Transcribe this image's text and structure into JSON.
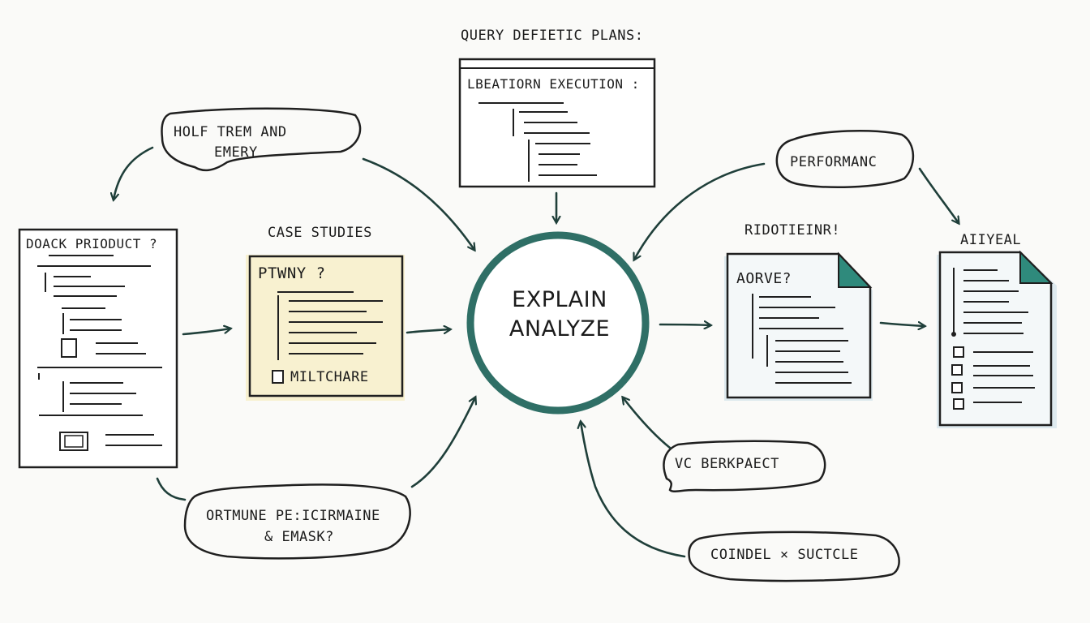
{
  "colors": {
    "ink": "#1f1f1f",
    "teal": "#2f6f66",
    "yellow_fill": "#f8f1d0",
    "blue_fill": "#dde9ee"
  },
  "center": {
    "line1": "EXPLAIN",
    "line2": "ANALYZE"
  },
  "top_doc": {
    "title": "QUERY DEFIETIC PLANS:",
    "heading": "LBEATIORN EXECUTION :"
  },
  "left_doc": {
    "heading": "DOACK PRIODUCT ?"
  },
  "case_studies": {
    "title": "CASE STUDIES",
    "heading": "PTWNY ?",
    "footer": "MILTCHARE"
  },
  "bubbles": {
    "holf": [
      "HOLF TREM AND",
      "EMERY"
    ],
    "performance": "PERFORMANC",
    "ortmune": [
      "ORTMUNE PE:ICIRMAINE",
      "& EMASK?"
    ],
    "vc": "VC BERKPAECT",
    "coindel": "COINDEL × SUCTCLE"
  },
  "right_doc1": {
    "title": "RIDOTIEINR!",
    "heading": "AORVE?"
  },
  "right_doc2": {
    "title": "AIIYEAL"
  }
}
